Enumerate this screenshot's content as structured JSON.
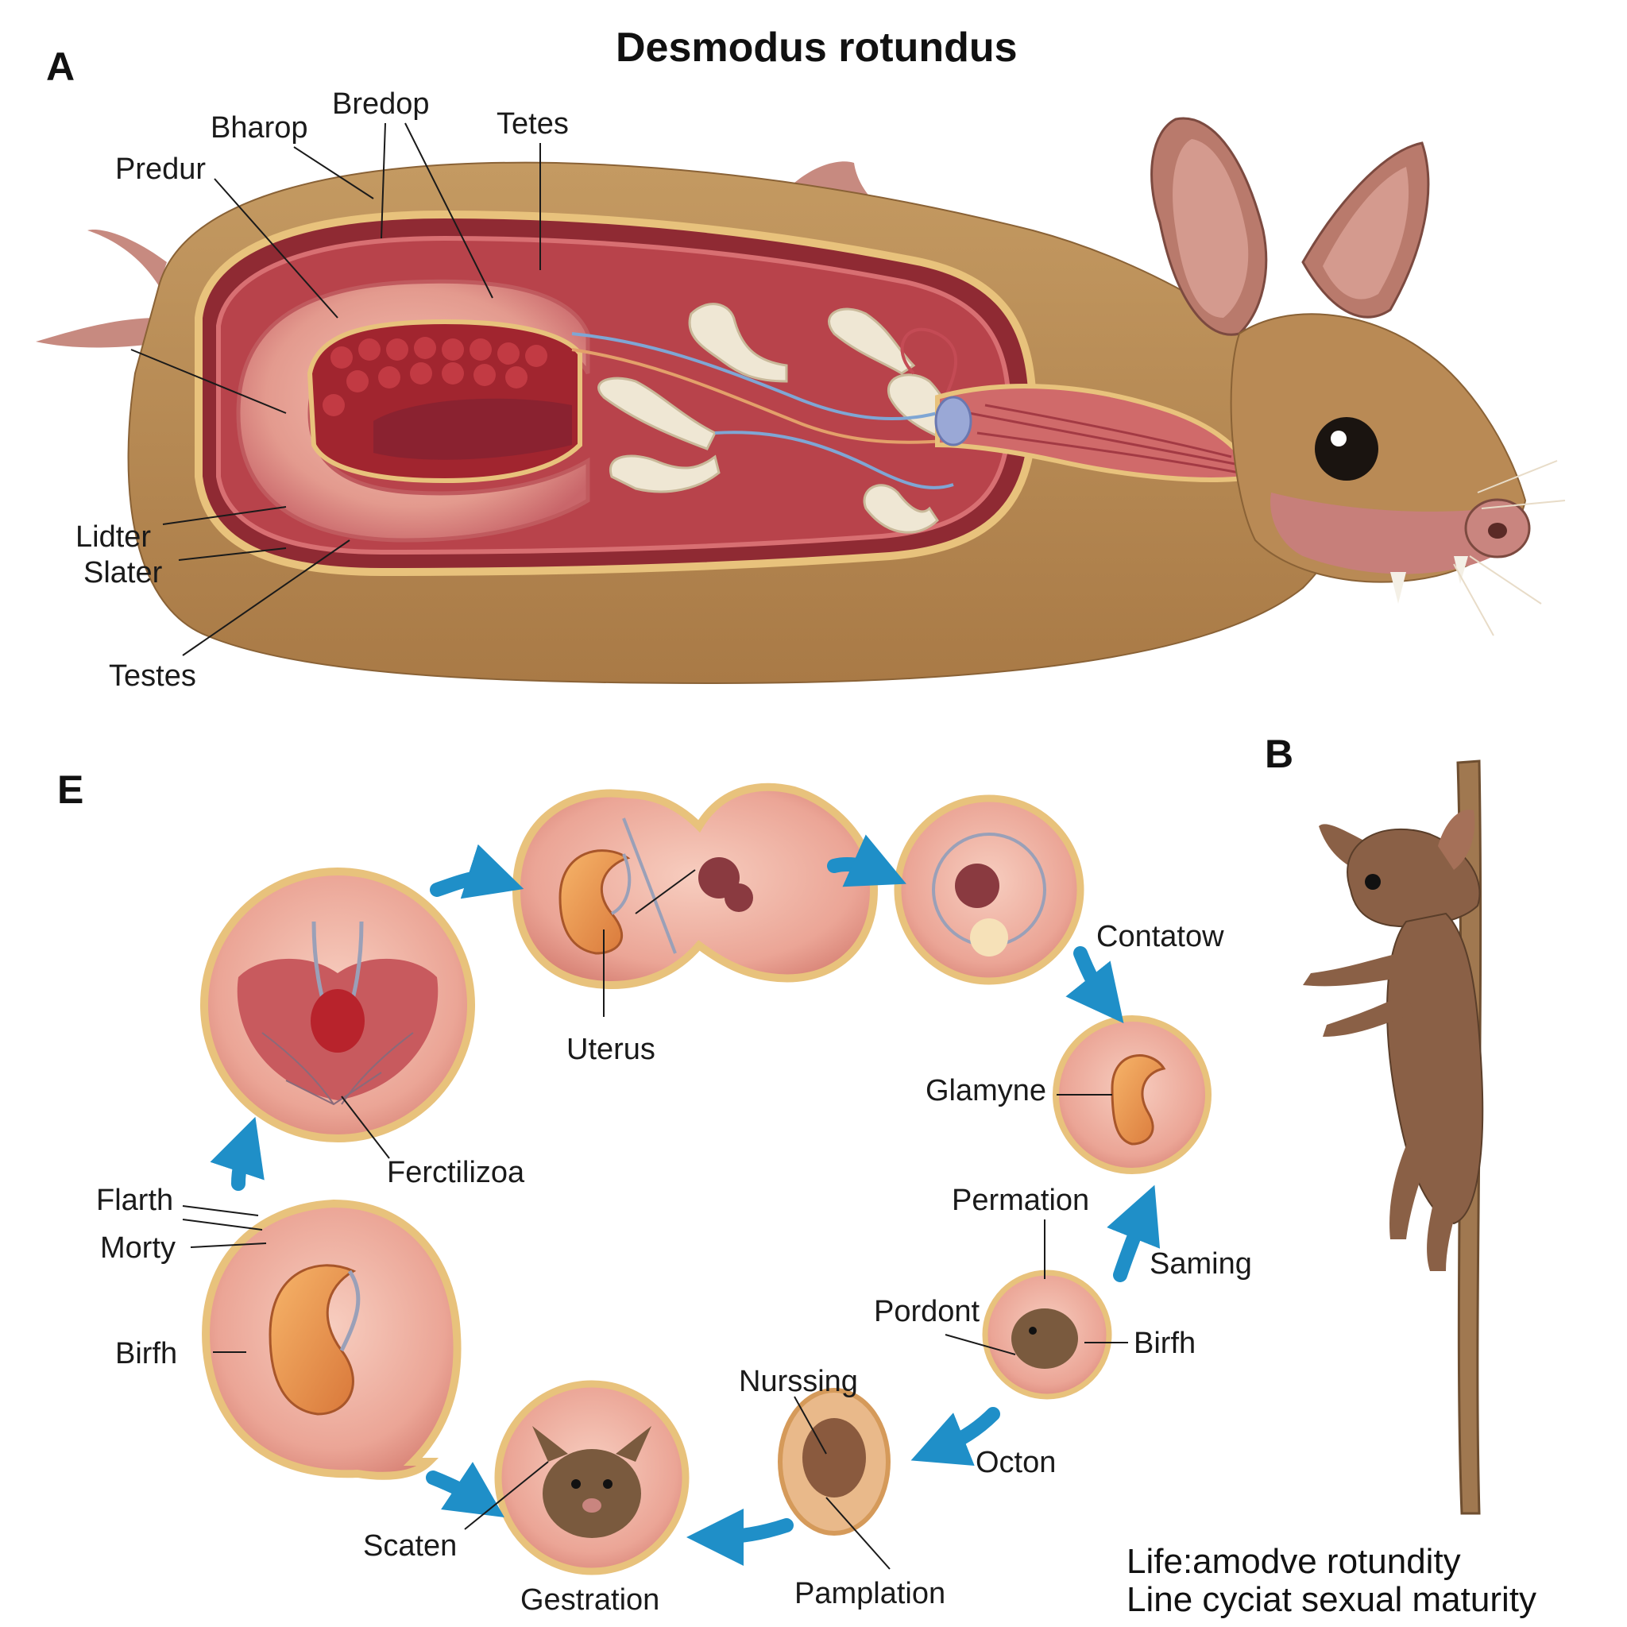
{
  "title": "Desmodus rotundus",
  "panels": {
    "a": "A",
    "b": "B",
    "e": "E"
  },
  "panel_a_labels": {
    "bharop": "Bharop",
    "bredop": "Bredop",
    "tetes": "Tetes",
    "predur": "Predur",
    "lidter": "Lidter",
    "slater": "Slater",
    "testes": "Testes"
  },
  "cycle_labels": {
    "uterus": "Uterus",
    "contatow": "Contatow",
    "glamyne": "Glamyne",
    "ferctiliz": "Ferctilizoa",
    "flarth": "Flarth",
    "morty": "Morty",
    "birfh_left": "Birfh",
    "permation": "Permation",
    "saming": "Saming",
    "pordont": "Pordont",
    "birfh_right": "Birfh",
    "nurssing": "Nurssing",
    "octon": "Octon",
    "scaten": "Scaten",
    "gestration": "Gestration",
    "pamplation": "Pamplation"
  },
  "caption": {
    "line1": "Life:amodve rotundity",
    "line2": "Line cyciat sexual maturity"
  },
  "colors": {
    "fur": "#b98a55",
    "tissue": "#d9787a",
    "tissue_dark": "#a8343c",
    "organ_light": "#f0b8a6",
    "membrane": "#e8c27c",
    "arrow": "#1f8fc8",
    "bone": "#efe7d4"
  },
  "icons": [
    "bat-body-dissection",
    "bat-head",
    "bat-on-branch",
    "cycle-arrow"
  ]
}
